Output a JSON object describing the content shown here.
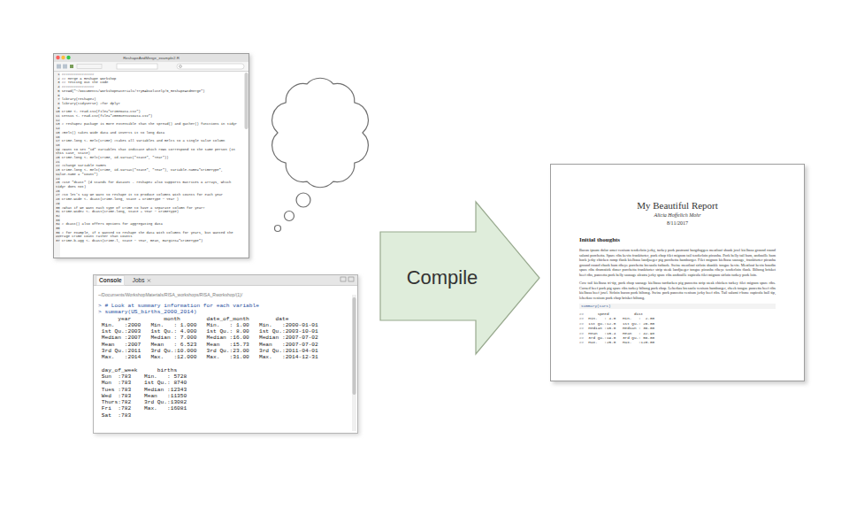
{
  "diagram": {
    "nodes": [
      {
        "text": [
          "ReshapeAndMerge_example2.R",
          " 1 ################",
          " 2 ## Merge & Reshape Workshop",
          " 3 ## Testing out the code",
          " 4 ################",
          " 5 setwd(\"~/Documents/WorkshopMaterials/TryRAbsolutely/5_ReshapeAndMerge\")",
          " 6",
          " 7 library(reshape2)",
          " 8 library(tidyverse) #for dplyr",
          " 9",
          "10 crime <- read.csv(file=\"CrimeData.csv\")",
          "11 census <- read.csv(file=\"2000CensusData.csv\")",
          "12",
          "13 # reshape2 package is more extensible than the spread() and gather() functions in tidyr",
          "14",
          "15 #melt() takes wide data and inverts it to long data",
          "16",
          "17 crime.long <- melt(crime) #takes all variables and melts to a single value column",
          "18",
          "19 #want to set \"id\" variables that indicate which rows correspond to the same person (in this case, state)",
          "20 crime.long <- melt(crime, id.vars=c(\"State\", \"Year\"))",
          "21",
          "22 #change variable names",
          "23 crime.long <- melt(crime, id.vars=c(\"State\", \"Year\"), variable.name=\"CrimeType\", value.name = \"Count\")",
          "24",
          "25 #use \"dcast\" (d stands for dataset - reshape2 also supports matrices & arrays, which tidyr does not)",
          "26",
          "27 #so let's say we want to reshape it to produce columns with counts for each year",
          "28 crime.wide <- dcast(crime.long, State + CrimeType ~ Year )",
          "29",
          "30 #what if we want each type of crime to have a separate column for year?",
          "31 crime.wide2 <- dcast(crime.long, State + Year ~ CrimeType)",
          "32",
          "33",
          "34 # dcast() also offers options for aggregating data",
          "35",
          "36 # for example, if I wanted to reshape the data with columns for years, but wanted the average crime count rather than counts",
          "37 crime.b.agg <- dcast(crime.l, State ~ Year, mean, margins=\"CrimeType\")"
        ]
      },
      {
        "text": [
          "Console",
          "Jobs",
          "~/Documents/WorkshopMaterials/RISA_workshops/RISA_Rworkshop/(1)/",
          "> # Look at summary information for each variable",
          "> summary(US_births_2000_2014)",
          "      year          month        date_of_month        date",
          " Min.   :2000   Min.   : 1.000   Min.   : 1.00   Min.   :2000-01-01",
          " 1st Qu.:2003   1st Qu.: 4.000   1st Qu.: 8.00   1st Qu.:2003-10-01",
          " Median :2007   Median : 7.000   Median :16.00   Median :2007-07-02",
          " Mean   :2007   Mean   : 6.523   Mean   :15.73   Mean   :2007-07-02",
          " 3rd Qu.:2011   3rd Qu.:10.000   3rd Qu.:23.00   3rd Qu.:2011-04-01",
          " Max.   :2014   Max.   :12.000   Max.   :31.00   Max.   :2014-12-31",
          " day_of_week      births",
          " Sun  :783    Min.   : 5728",
          " Mon  :783    1st Qu.: 8740",
          " Tues :783    Median :12343",
          " Wed  :783    Mean   :11350",
          " Thurs:782    3rd Qu.:13082",
          " Fri  :782    Max.   :16081",
          " Sat  :783"
        ]
      },
      {
        "text": [
          "Compile"
        ]
      },
      {
        "text": [
          "My Beautiful Report",
          "Alicia Hoffelich Mohr",
          "8/11/2017",
          "Initial thoughts",
          "Bacon ipsum dolor amet venison tenderloin jerky, turkey pork pastrami burgdoggen meatloaf shank jowl kielbasa ground round salami porchetta. Spare ribs kevin frankfurter, pork chop filet mignon tail tenderloin picanha. Pork belly tail ham, andouille ham hock jerky chicken rump flank kielbasa landjaeger pig porchetta hamburger. Filet mignon kielbasa sausage, frankfurter picanha ground round chuck ham ribeye porchetta bresaola fatback. Swine meatloaf sirloin shankle tongue kevin. Meatloaf kevin boudin spare ribs drumstick doner porchetta frankfurter strip steak landjaeger tongue picanha ribeye tenderloin flank. Biltong brisket beef ribs, pancetta pork belly sausage alcatra jerky spare ribs andouille capicola filet mignon sirloin turkey pork loin.",
          "Cow tail kielbasa tri-tip, pork chop sausage kielbasa turducken pig pancetta strip steak chicken turkey filet mignon spare ribs. Corned beef pork pig spare ribs turkey biltong pork chop. Leberkas bresaola venison hamburger, cheek tongue pancetta beef ribs kielbasa beef jowl. Sirloin bacon pork biltong. Swine pork pancetta venison jerky beef ribs. Tail salami t-bone capicola ball tip, leberkas venison pork chop brisket biltong.",
          "summary(cars)",
          "##      speed           dist",
          "##  Min.   : 4.0   Min.   :  2.00",
          "##  1st Qu.:12.0   1st Qu.: 26.00",
          "##  Median :15.0   Median : 36.00",
          "##  Mean   :15.4   Mean   : 42.98",
          "##  3rd Qu.:19.0   3rd Qu.: 56.00",
          "##  Max.   :25.0   Max.   :120.00"
        ]
      }
    ]
  }
}
